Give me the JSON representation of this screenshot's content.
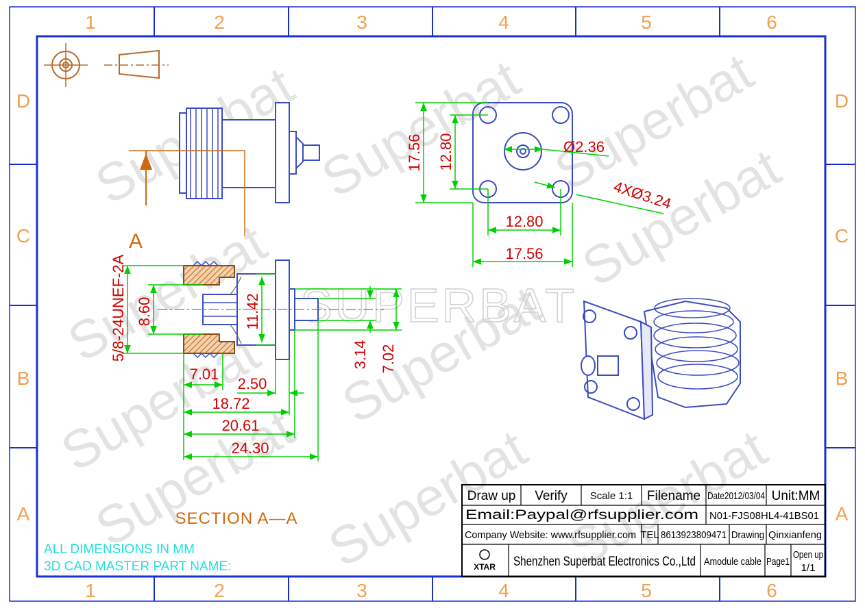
{
  "zones": {
    "columns": [
      "1",
      "2",
      "3",
      "4",
      "5",
      "6"
    ],
    "rows": [
      "D",
      "C",
      "B",
      "A"
    ]
  },
  "watermark": {
    "logo_text": "SUPERBAT",
    "repeat_text": "Superbat"
  },
  "dimensions": {
    "front_height_outer": "17.56",
    "front_height_inner": "12.80",
    "center_pin_dia": "Ø2.36",
    "mount_holes": "4XØ3.24",
    "front_width_inner": "12.80",
    "front_width_outer": "17.56",
    "thread_spec": "5/8-24UNEF-2A",
    "bore_dia": "8.60",
    "flange_dia": "11.42",
    "pin_dia": "3.14",
    "pin_step_dia": "7.02",
    "thread_length": "7.01",
    "flange_thickness": "2.50",
    "len_to_flange": "18.72",
    "len_to_step": "20.61",
    "overall_length": "24.30"
  },
  "section": {
    "marker": "A",
    "title": "SECTION A—A"
  },
  "notes": {
    "line1": "ALL DIMENSIONS IN MM",
    "line2": "3D CAD MASTER PART NAME:"
  },
  "title_block": {
    "draw_up": "Draw up",
    "verify": "Verify",
    "scale": "Scale 1:1",
    "filename_label": "Filename",
    "date": "Date2012/03/04",
    "unit": "Unit:MM",
    "email": "Email:Paypal@rfsupplier.com",
    "part_number": "N01-FJS08HL4-41BS01",
    "website": "Company Website:  www.rfsupplier.com",
    "tel_label": "TEL",
    "tel": "8613923809471",
    "drawing_label": "Drawing",
    "drawer": "Qinxianfeng",
    "logo": "XTAR",
    "company": "Shenzhen Superbat Electronics Co.,Ltd",
    "module": "Amodule cable",
    "page": "Page1",
    "open_up": "Open up",
    "page_count": "1/1"
  },
  "colors": {
    "frame": "#1a2fd0",
    "part_line": "#3a4cc0",
    "dimension": "#00d000",
    "dimension_text": "#d40000",
    "hatch": "#c8691a",
    "section_arrow": "#d06a10",
    "zone_label": "#f0a050",
    "note": "#22dddd"
  }
}
